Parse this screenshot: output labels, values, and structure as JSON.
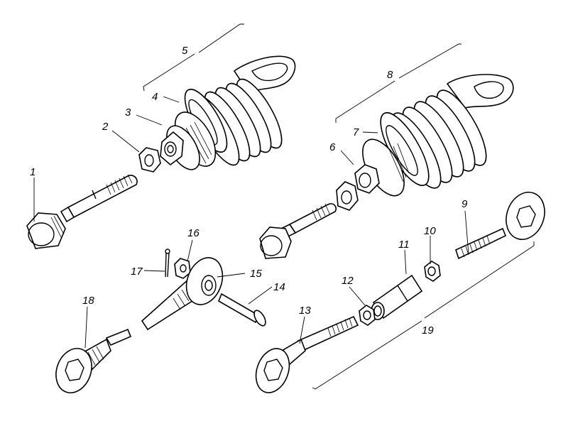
{
  "diagram": {
    "type": "exploded-parts-view",
    "ink_color": "#000000",
    "background_color": "#ffffff",
    "callouts": [
      {
        "id": "1",
        "part": "bolt"
      },
      {
        "id": "2",
        "part": "hex-nut"
      },
      {
        "id": "3",
        "part": "spring-retainer-nut"
      },
      {
        "id": "4",
        "part": "spring-seat"
      },
      {
        "id": "5",
        "part": "spring-assembly-left"
      },
      {
        "id": "6",
        "part": "spring-retainer-nut"
      },
      {
        "id": "7",
        "part": "coil-spring"
      },
      {
        "id": "8",
        "part": "spring-assembly-right"
      },
      {
        "id": "9",
        "part": "eye-bolt"
      },
      {
        "id": "10",
        "part": "lock-nut"
      },
      {
        "id": "11",
        "part": "turnbuckle-sleeve"
      },
      {
        "id": "12",
        "part": "lock-nut"
      },
      {
        "id": "13",
        "part": "rod-end"
      },
      {
        "id": "14",
        "part": "clevis-pin"
      },
      {
        "id": "15",
        "part": "fork-end"
      },
      {
        "id": "16",
        "part": "castle-nut"
      },
      {
        "id": "17",
        "part": "cotter-pin"
      },
      {
        "id": "18",
        "part": "rod-end"
      },
      {
        "id": "19",
        "part": "adjustable-rod-assembly"
      }
    ]
  }
}
